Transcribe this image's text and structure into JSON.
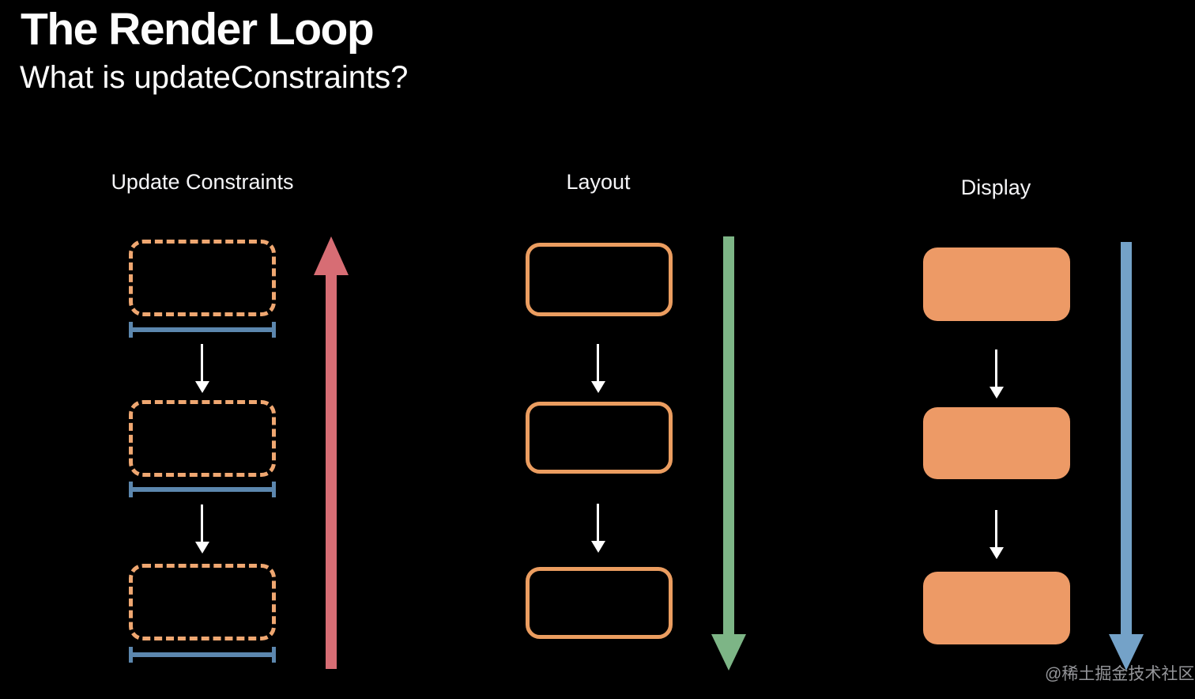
{
  "slide": {
    "title": "The Render Loop",
    "subtitle": "What is updateConstraints?"
  },
  "columns": [
    {
      "label": "Update Constraints",
      "box_style": "dashed-outline",
      "box_count": 3,
      "has_width_measures": true,
      "flow_arrow": {
        "direction": "up",
        "color": "#d76d74"
      }
    },
    {
      "label": "Layout",
      "box_style": "solid-outline",
      "box_count": 3,
      "has_width_measures": false,
      "flow_arrow": {
        "direction": "down",
        "color": "#7db586"
      }
    },
    {
      "label": "Display",
      "box_style": "filled",
      "box_count": 3,
      "has_width_measures": false,
      "flow_arrow": {
        "direction": "down",
        "color": "#74a2c8"
      }
    }
  ],
  "colors": {
    "background": "#000000",
    "box_orange_outline": "#eb9d60",
    "box_orange_dashed": "#efa771",
    "box_orange_fill": "#ed9a66",
    "measure_blue": "#5c87ae",
    "arrow_red": "#d76d74",
    "arrow_green": "#7db586",
    "arrow_blue": "#74a2c8",
    "step_arrow_white": "#ffffff",
    "text_white": "#fdfdfd",
    "watermark_gray": "#95969a"
  },
  "watermark": {
    "text": "@稀土掘金技术社区"
  }
}
